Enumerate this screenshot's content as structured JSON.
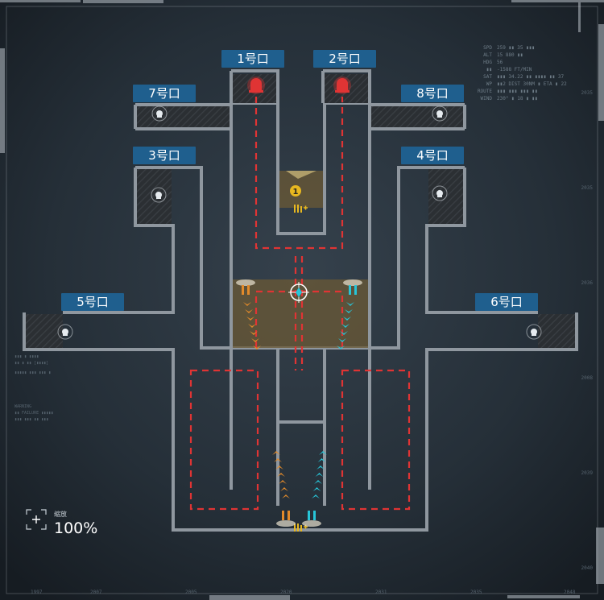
{
  "exits": [
    {
      "id": "1",
      "label": "1号口",
      "status": "danger",
      "icon": "alarm-siren-icon"
    },
    {
      "id": "2",
      "label": "2号口",
      "status": "danger",
      "icon": "alarm-siren-icon"
    },
    {
      "id": "7",
      "label": "7号口",
      "status": "inactive",
      "icon": "skull-icon"
    },
    {
      "id": "8",
      "label": "8号口",
      "status": "inactive",
      "icon": "skull-icon"
    },
    {
      "id": "3",
      "label": "3号口",
      "status": "inactive",
      "icon": "skull-icon"
    },
    {
      "id": "4",
      "label": "4号口",
      "status": "inactive",
      "icon": "skull-icon"
    },
    {
      "id": "5",
      "label": "5号口",
      "status": "inactive",
      "icon": "skull-icon"
    },
    {
      "id": "6",
      "label": "6号口",
      "status": "inactive",
      "icon": "skull-icon"
    }
  ],
  "objective_marker": {
    "number": "1",
    "icon": "objective-marker-icon"
  },
  "hud_readout": [
    {
      "key": "SPD",
      "value": "259 ▮▮ 35 ▮▮▮"
    },
    {
      "key": "ALT",
      "value": "15 880 ▮▮"
    },
    {
      "key": "HDG",
      "value": "56"
    },
    {
      "key": "▮▮",
      "value": "-1588 FT/MIN"
    },
    {
      "key": "SAT",
      "value": "▮▮▮ 34.22 ▮▮ ▮▮▮▮ ▮▮ 37"
    },
    {
      "key": "WP",
      "value": "▮▮2 DIST 30NM ▮ ETA ▮ 22"
    },
    {
      "key": "ROUTE",
      "value": "▮▮▮ ▮▮▮ ▮▮▮ ▮▮"
    },
    {
      "key": "WIND",
      "value": "230° ▮ 18 ▮ ▮▮"
    }
  ],
  "axis_ticks_bottom": [
    "1997",
    "2007",
    "2005",
    "2020",
    "2031",
    "2035",
    "2048"
  ],
  "axis_ticks_right": [
    "2035",
    "2035",
    "2036",
    "2008",
    "2039",
    "2040"
  ],
  "side_notes": [
    "▮▮▮ ▮ ▮▮▮▮",
    "▮▮ ▮ ▮▮ [▮▮▮▮]",
    "▮▮▮▮▮ ▮▮▮ ▮▮▮ ▮",
    "WARNING",
    "▮▮ FAILURE ▮▮▮▮▮",
    "▮▮▮ ▮▮▮ ▮▮ ▮▮▮"
  ],
  "zoom": {
    "caption": "缩放",
    "value": "100%",
    "icon": "zoom-crosshair-icon"
  },
  "colors": {
    "wall": "#8f979f",
    "label_bg": "#1f5f8e",
    "danger": "#e03434",
    "orange_team": "#e28a2a",
    "cyan_team": "#27c5d8",
    "hazard_zone": "#6b5a35",
    "objective": "#e8b820"
  }
}
